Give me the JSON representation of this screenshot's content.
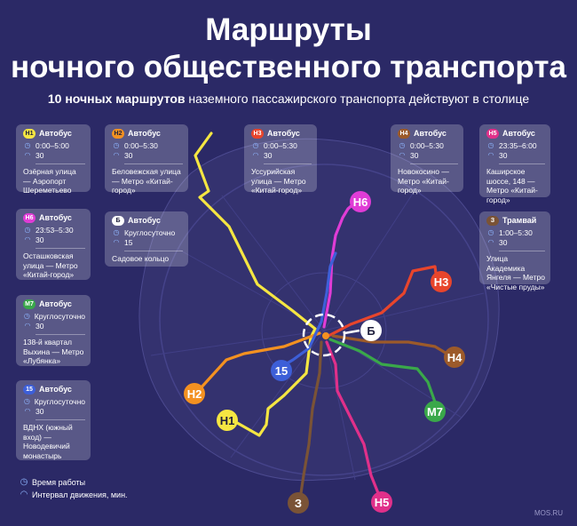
{
  "title_line1": "Маршруты",
  "title_line2": "ночного общественного транспорта",
  "subtitle_bold": "10 ночных маршрутов",
  "subtitle_rest": " наземного пассажирского транспорта действуют в столице",
  "routes": [
    {
      "code": "Н1",
      "type": "Автобус",
      "hours": "0:00–5:00",
      "interval": "30",
      "desc": "Озёрная улица — Аэропорт Шереметьево",
      "color": "#f5e642",
      "badge_text": "#1e1e3c"
    },
    {
      "code": "Н2",
      "type": "Автобус",
      "hours": "0:00–5:30",
      "interval": "30",
      "desc": "Беловежская улица — Метро «Китай-город»",
      "color": "#f39121",
      "badge_text": "#1e1e3c"
    },
    {
      "code": "Н3",
      "type": "Автобус",
      "hours": "0:00–5:30",
      "interval": "30",
      "desc": "Уссурийская улица — Метро «Китай-город»",
      "color": "#e8452c",
      "badge_text": "#ffffff"
    },
    {
      "code": "Н4",
      "type": "Автобус",
      "hours": "0:00–5:30",
      "interval": "30",
      "desc": "Новокосино — Метро «Китай-город»",
      "color": "#9c5a2a",
      "badge_text": "#ffffff"
    },
    {
      "code": "Н5",
      "type": "Автобус",
      "hours": "23:35–6:00",
      "interval": "30",
      "desc": "Каширское шоссе, 148 — Метро «Китай-город»",
      "color": "#e0308a",
      "badge_text": "#ffffff"
    },
    {
      "code": "Н6",
      "type": "Автобус",
      "hours": "23:53–5:30",
      "interval": "30",
      "desc": "Осташковская улица — Метро «Китай-город»",
      "color": "#e03cd6",
      "badge_text": "#ffffff"
    },
    {
      "code": "Б",
      "type": "Автобус",
      "hours": "Круглосуточно",
      "interval": "15",
      "desc": "Садовое кольцо",
      "color": "#ffffff",
      "badge_text": "#1e1e3c"
    },
    {
      "code": "З",
      "type": "Трамвай",
      "hours": "1:00–5:30",
      "interval": "30",
      "desc": "Улица Академика Янгеля — Метро «Чистые пруды»",
      "color": "#7a5336",
      "badge_text": "#ffffff"
    },
    {
      "code": "М7",
      "type": "Автобус",
      "hours": "Круглосуточно",
      "interval": "30",
      "desc": "138-й квартал Выхина — Метро «Лубянка»",
      "color": "#3aa84a",
      "badge_text": "#ffffff"
    },
    {
      "code": "15",
      "type": "Автобус",
      "hours": "Круглосуточно",
      "interval": "30",
      "desc": "ВДНХ (южный вход) — Новодевичий монастырь",
      "color": "#3d5fd8",
      "badge_text": "#ffffff"
    }
  ],
  "legend": {
    "hours_label": "Время работы",
    "interval_label": "Интервал движения, мин.",
    "clock_icon": "clock-icon",
    "interval_icon": "interval-icon"
  },
  "source": "MOS.RU"
}
